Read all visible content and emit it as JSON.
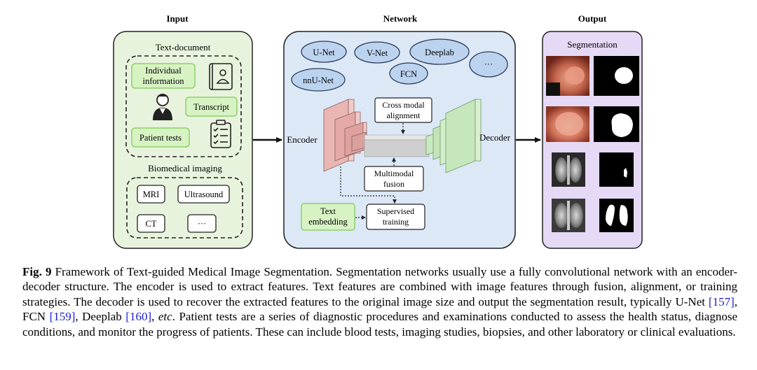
{
  "columns": {
    "input": "Input",
    "network": "Network",
    "output": "Output"
  },
  "input": {
    "text_document_title": "Text-document",
    "individual_information": [
      "Individual",
      "information"
    ],
    "transcript": "Transcript",
    "patient_tests": "Patient tests",
    "biomedical_imaging_title": "Biomedical imaging",
    "mri": "MRI",
    "ultrasound": "Ultrasound",
    "ct": "CT",
    "more": "···"
  },
  "network": {
    "models": [
      "U-Net",
      "V-Net",
      "Deeplab",
      "nnU-Net",
      "FCN",
      "···"
    ],
    "encoder": "Encoder",
    "decoder": "Decoder",
    "cross_modal_alignment": [
      "Cross modal",
      "alignment"
    ],
    "multimodal_fusion": [
      "Multimodal",
      "fusion"
    ],
    "text_embedding": [
      "Text",
      "embedding"
    ],
    "supervised_training": [
      "Supervised",
      "training"
    ]
  },
  "output": {
    "segmentation_title": "Segmentation"
  },
  "caption": {
    "label": "Fig. 9",
    "part1": " Framework of Text-guided Medical Image Segmentation. Segmentation networks usually use a fully convolutional network with an encoder-decoder structure. The encoder is used to extract features. Text features are combined with image features through fusion, alignment, or training strategies. The decoder is used to recover the extracted features to the original image size and output the segmentation result, typically U-Net ",
    "ref1": "[157]",
    "part2": ", FCN ",
    "ref2": "[159]",
    "part3": ", Deeplab ",
    "ref3": "[160]",
    "part4": ", ",
    "etc": "etc",
    "part5": ". Patient tests are a series of diagnostic procedures and examinations conducted to assess the health status, diagnose conditions, and monitor the progress of patients. These can include blood tests, imaging studies, biopsies, and other laboratory or clinical evaluations."
  },
  "colors": {
    "input_panel": "#e8f3dd",
    "network_panel": "#dce8f6",
    "output_panel": "#e6d9f6",
    "green_box": "#d7f3c4",
    "green_border": "#8ed06a",
    "model_ellipse": "#bcd3f0",
    "encoder": "#f3c9c7",
    "decoder": "#d8f0d0",
    "ref_link": "#1b1bd6"
  }
}
